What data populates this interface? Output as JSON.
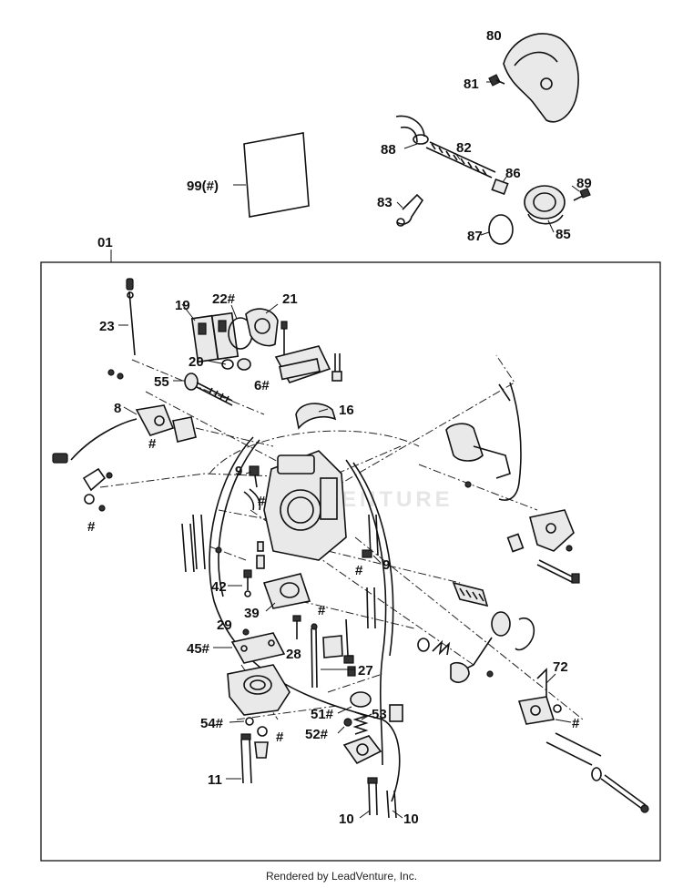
{
  "labels": {
    "l80": "80",
    "l81": "81",
    "l88": "88",
    "l82": "82",
    "l86": "86",
    "l89": "89",
    "l83": "83",
    "l87": "87",
    "l85": "85",
    "l99": "99(#)",
    "l01": "01",
    "l23": "23",
    "l19": "19",
    "l22": "22#",
    "l21": "21",
    "l20": "20",
    "l55": "55",
    "l6": "6#",
    "l16": "16",
    "l8": "8",
    "lh8": "#",
    "l9a": "9",
    "lh1": "#",
    "l9b": "9",
    "lh2": "#",
    "l42": "42",
    "l39": "39",
    "l29": "29",
    "l45": "45#",
    "l28": "28",
    "lh3": "#",
    "l27": "27",
    "l72": "72",
    "l51": "51#",
    "l53": "53",
    "l54": "54#",
    "lh4": "#",
    "l52": "52#",
    "lh5": "#",
    "l11": "11",
    "l10a": "10",
    "l10b": "10",
    "lh6": "#"
  },
  "watermark": "VENTURE",
  "footer": "Rendered by LeadVenture, Inc."
}
